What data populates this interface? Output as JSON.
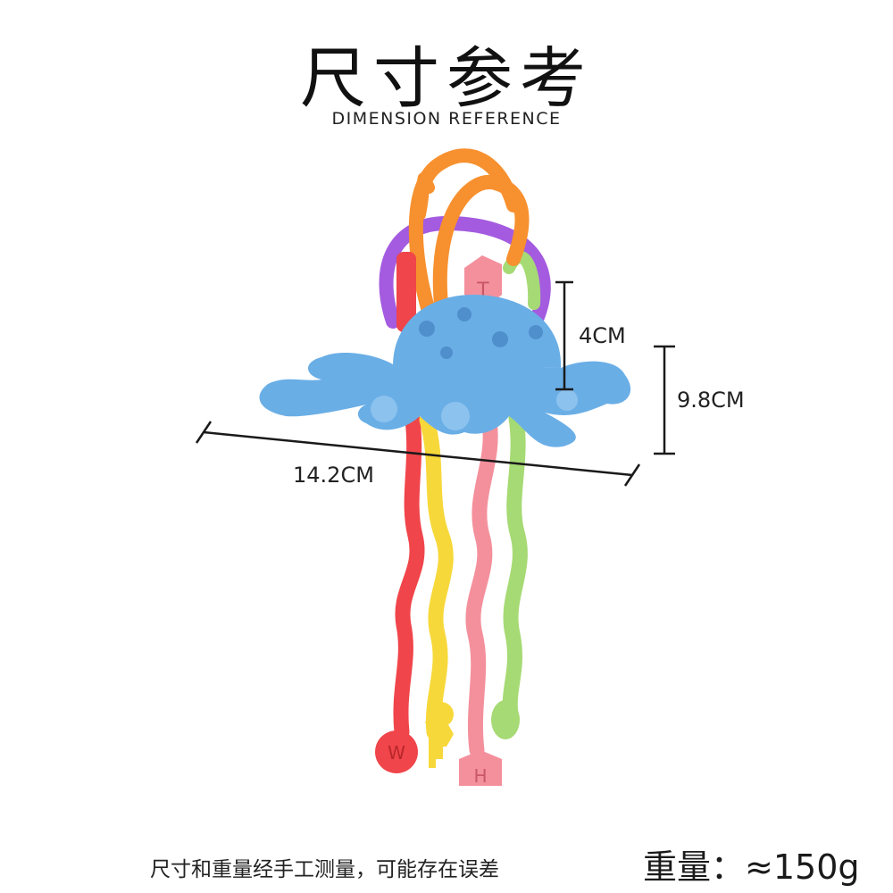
{
  "header": {
    "title": "尺寸参考",
    "subtitle": "DIMENSION REFERENCE"
  },
  "dimensions": {
    "width": "14.2CM",
    "height": "9.8CM",
    "top": "4CM"
  },
  "footer": {
    "note": "尺寸和重量经手工测量，可能存在误差",
    "weight": "重量：≈150g"
  },
  "colors": {
    "body": "#6aaee6",
    "red": "#f0454a",
    "yellow": "#f7d83a",
    "pink": "#f4909c",
    "green": "#a6da74",
    "orange": "#f7902e",
    "purple": "#a45be0"
  }
}
